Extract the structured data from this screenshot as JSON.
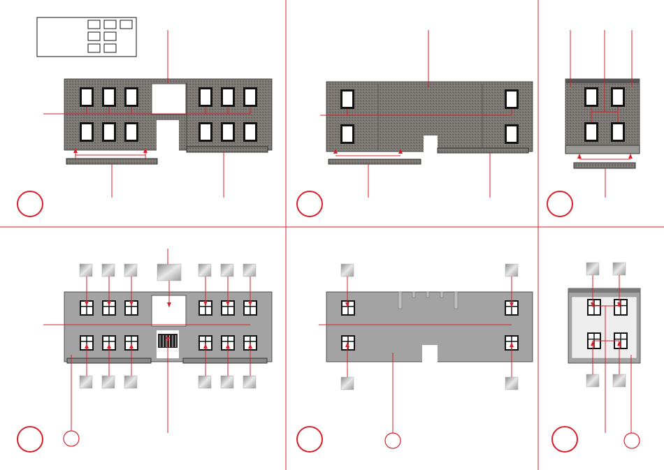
{
  "colors": {
    "annotation": "#d8202a",
    "wall_brick": "#7a7672",
    "wall_smooth": "#a3a3a3",
    "outline": "#1a1a1a",
    "glass": "#ffffff"
  },
  "panels": [
    {
      "id": "step-1",
      "row": 1,
      "col": 1,
      "wall": "front-brick-facade"
    },
    {
      "id": "step-2",
      "row": 1,
      "col": 2,
      "wall": "rear-brick-facade"
    },
    {
      "id": "step-3",
      "row": 1,
      "col": 3,
      "wall": "side-brick-facade"
    },
    {
      "id": "step-4",
      "row": 2,
      "col": 1,
      "wall": "front-inner-wall-with-windows"
    },
    {
      "id": "step-5",
      "row": 2,
      "col": 2,
      "wall": "rear-inner-wall-with-windows"
    },
    {
      "id": "step-6",
      "row": 2,
      "col": 3,
      "wall": "side-inner-wall-with-windows"
    }
  ],
  "legend_box": {
    "cells_per_row": [
      3,
      2,
      2
    ]
  },
  "icons": [
    "step-number-circle",
    "part-callout-circle",
    "window-frame-icon",
    "glazing-pane-icon"
  ]
}
